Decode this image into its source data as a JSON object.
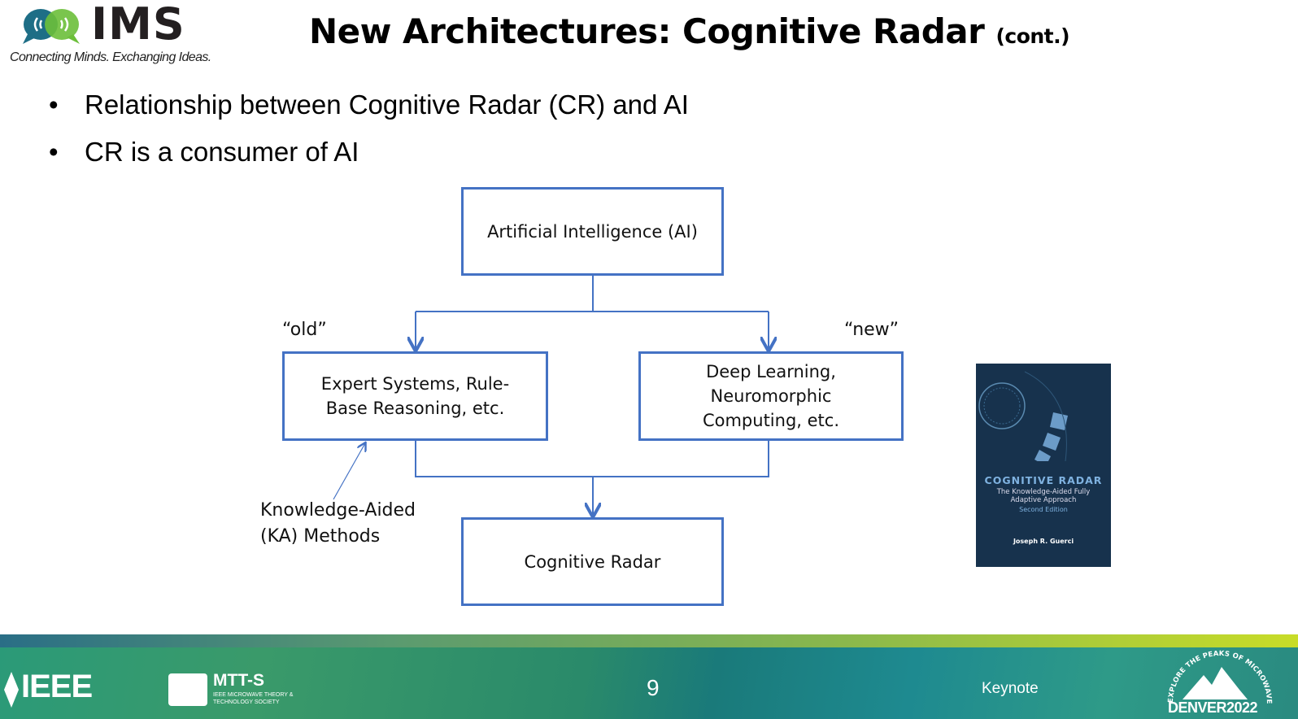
{
  "header": {
    "logo_text": "IMS",
    "logo_tagline": "Connecting Minds. Exchanging Ideas.",
    "title": "New Architectures: Cognitive Radar",
    "title_suffix": "(cont.)"
  },
  "bullets": [
    "Relationship between Cognitive Radar (CR) and AI",
    "CR is a consumer of AI"
  ],
  "diagram": {
    "top_box": "Artificial Intelligence (AI)",
    "left_box": "Expert Systems, Rule-Base Reasoning, etc.",
    "right_box": "Deep Learning, Neuromorphic Computing, etc.",
    "bottom_box": "Cognitive Radar",
    "left_label": "“old”",
    "right_label": "“new”",
    "annotation_line1": "Knowledge-Aided",
    "annotation_line2": "(KA) Methods",
    "box_color": "#4472c4"
  },
  "book": {
    "title": "COGNITIVE RADAR",
    "subtitle": "The Knowledge-Aided Fully Adaptive Approach",
    "edition": "Second Edition",
    "author": "Joseph R. Guerci"
  },
  "footer": {
    "ieee": "IEEE",
    "mtts": "MTT-S",
    "mtts_sub": "IEEE MICROWAVE THEORY & TECHNOLOGY SOCIETY",
    "page_number": "9",
    "session": "Keynote",
    "denver": "DENVER2022",
    "denver_arc": "EXPLORE THE PEAKS OF MICROWAVE ENGINEERING"
  }
}
